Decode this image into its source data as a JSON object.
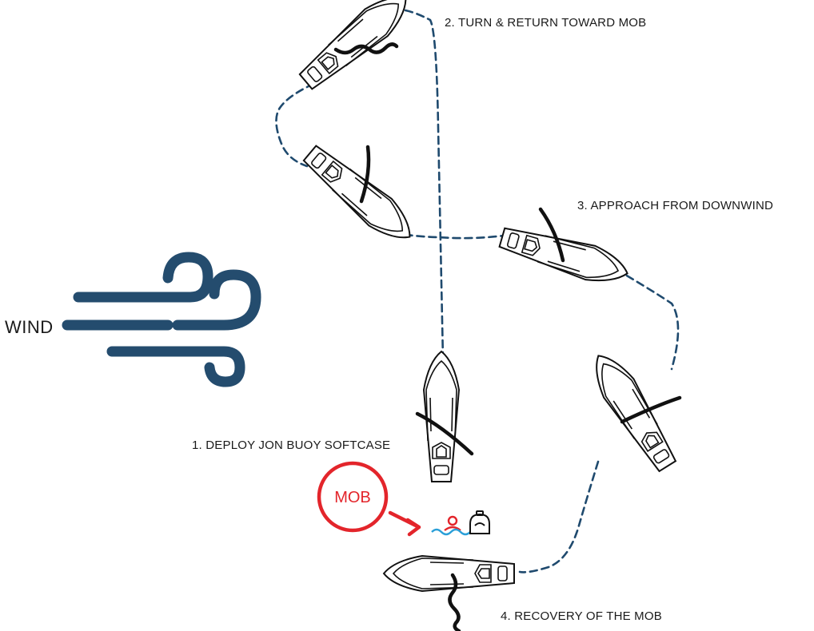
{
  "labels": {
    "step1": "1. DEPLOY JON BUOY SOFTCASE",
    "step2": "2. TURN & RETURN TOWARD MOB",
    "step3": "3. APPROACH FROM DOWNWIND",
    "step4": "4. RECOVERY OF THE MOB",
    "wind": "WIND",
    "mob": "MOB"
  },
  "colors": {
    "wind_icon": "#244c6e",
    "path": "#1f4a6e",
    "mob_accent": "#e3252b",
    "water": "#2a9fd8",
    "boat_outline": "#111111"
  },
  "icons": [
    "wind-icon",
    "boat-icon",
    "person-in-water-icon",
    "jon-buoy-icon",
    "arrow-icon"
  ]
}
